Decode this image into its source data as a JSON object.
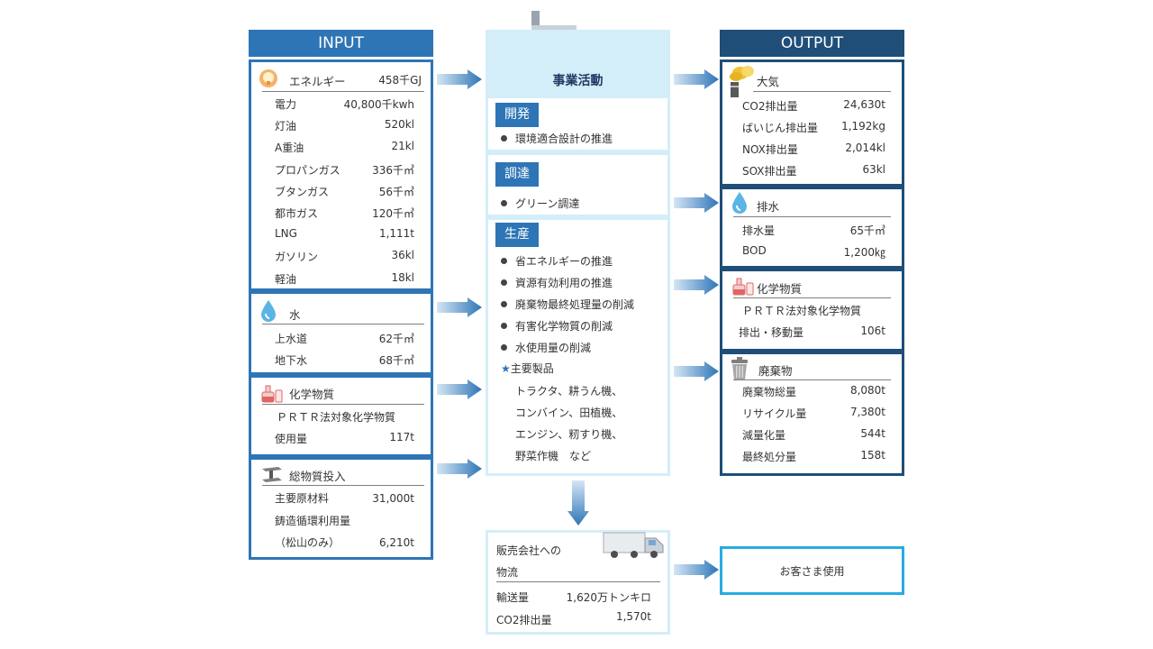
{
  "input": {
    "header": "INPUT",
    "energy": {
      "title": "エネルギー",
      "total": "458千GJ",
      "items": [
        {
          "label": "電力",
          "value": "40,800千kwh"
        },
        {
          "label": "灯油",
          "value": "520kl"
        },
        {
          "label": "A重油",
          "value": "21kl"
        },
        {
          "label": "プロパンガス",
          "value": "336千㎥"
        },
        {
          "label": "ブタンガス",
          "value": "56千㎥"
        },
        {
          "label": "都市ガス",
          "value": "120千㎥"
        },
        {
          "label": "LNG",
          "value": "1,111t"
        },
        {
          "label": "ガソリン",
          "value": "36kl"
        },
        {
          "label": "軽油",
          "value": "18kl"
        }
      ]
    },
    "water": {
      "title": "水",
      "items": [
        {
          "label": "上水道",
          "value": "62千㎥"
        },
        {
          "label": "地下水",
          "value": "68千㎥"
        }
      ]
    },
    "chemicals": {
      "title": "化学物質",
      "line1": "ＰＲＴＲ法対象化学物質",
      "label": "使用量",
      "value": "117t"
    },
    "materials": {
      "title": "総物質投入",
      "items": [
        {
          "label": "主要原材料",
          "value": "31,000t"
        },
        {
          "label": "鋳造循環利用量",
          "value": ""
        },
        {
          "label": "（松山のみ）",
          "value": "6,210t"
        }
      ]
    }
  },
  "middle": {
    "title": "事業活動",
    "development": {
      "tag": "開発",
      "items": [
        "環境適合設計の推進"
      ]
    },
    "procurement": {
      "tag": "調達",
      "items": [
        "グリーン調達"
      ]
    },
    "production": {
      "tag": "生産",
      "items": [
        "省エネルギーの推進",
        "資源有効利用の推進",
        "廃棄物最終処理量の削減",
        "有害化学物質の削減",
        "水使用量の削減"
      ],
      "products_title": "★主要製品",
      "products_lines": [
        "トラクタ、耕うん機、",
        "コンバイン、田植機、",
        "エンジン、籾すり機、",
        "野菜作機　など"
      ]
    },
    "logistics": {
      "title1": "販売会社への",
      "title2": "物流",
      "items": [
        {
          "label": "輸送量",
          "value": "1,620万トンキロ"
        },
        {
          "label": "CO2排出量",
          "value": "1,570t"
        }
      ]
    }
  },
  "output": {
    "header": "OUTPUT",
    "air": {
      "title": "大気",
      "items": [
        {
          "label": "CO2排出量",
          "value": "24,630t"
        },
        {
          "label": "ばいじん排出量",
          "value": "1,192kg"
        },
        {
          "label": "NOX排出量",
          "value": "2,014kl"
        },
        {
          "label": "SOX排出量",
          "value": "63kl"
        }
      ]
    },
    "drainage": {
      "title": "排水",
      "items": [
        {
          "label": "排水量",
          "value": "65千㎥"
        },
        {
          "label": "BOD",
          "value": "1,200㎏"
        }
      ]
    },
    "chemicals": {
      "title": "化学物質",
      "line1": "ＰＲＴＲ法対象化学物質",
      "label": "排出・移動量",
      "value": "106t"
    },
    "waste": {
      "title": "廃棄物",
      "items": [
        {
          "label": "廃棄物総量",
          "value": "8,080t"
        },
        {
          "label": "リサイクル量",
          "value": "7,380t"
        },
        {
          "label": "減量化量",
          "value": "544t"
        },
        {
          "label": "最終処分量",
          "value": "158t"
        }
      ]
    },
    "customer": "お客さま使用"
  }
}
